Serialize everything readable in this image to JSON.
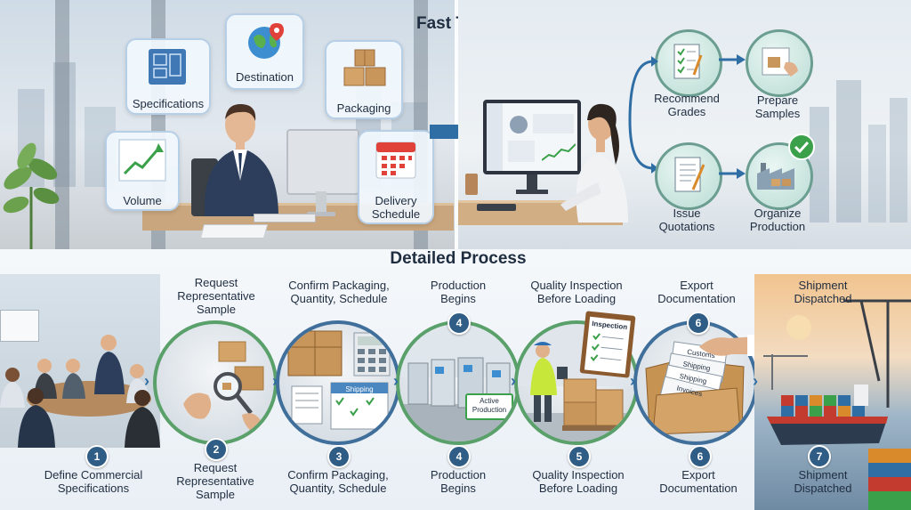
{
  "fast_track": {
    "title": "Fast Track",
    "left_bubbles": [
      "Specifications",
      "Destination",
      "Packaging",
      "Volume",
      "Delivery Schedule"
    ],
    "right_steps": [
      "Recommend Grades",
      "Prepare Samples",
      "Issue Quotations",
      "Organize Production"
    ]
  },
  "detailed": {
    "title": "Detailed Process",
    "top_labels": [
      "Request Representative Sample",
      "Confirm Packaging, Quantity, Schedule",
      "Production Begins",
      "Quality Inspection Before Loading",
      "Export Documentation",
      "Shipment Dispatched"
    ],
    "steps": [
      {
        "num": "1",
        "label": "Define Commercial Specifications"
      },
      {
        "num": "2",
        "label": "Request Representative Sample"
      },
      {
        "num": "3",
        "label": "Confirm Packaging, Quantity, Schedule"
      },
      {
        "num": "4",
        "label": "Production Begins"
      },
      {
        "num": "5",
        "label": "Quality Inspection Before Loading"
      },
      {
        "num": "6",
        "label": "Export Documentation"
      },
      {
        "num": "7",
        "label": "Shipment Dispatched"
      }
    ],
    "image_text": {
      "shipping": "Shipping",
      "active_production": "Active Production",
      "inspection": "Inspection",
      "docs": [
        "Customs",
        "Shipping",
        "Shipping",
        "Invoices"
      ]
    }
  },
  "colors": {
    "accent_blue": "#2f5d86",
    "ring_green": "#5aa06a",
    "check_green": "#3aa04a"
  }
}
